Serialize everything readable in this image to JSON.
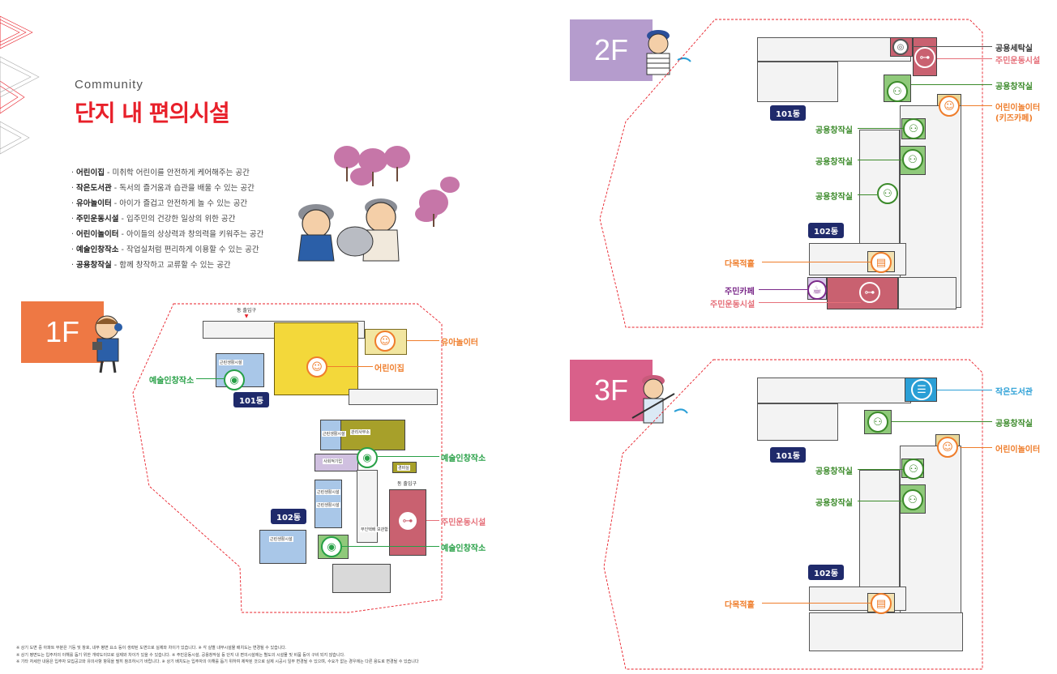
{
  "header": {
    "kicker": "Community",
    "title": "단지 내 편의시설"
  },
  "facilities": [
    {
      "name": "어린이집",
      "desc": " - 미취학 어린이를 안전하게 케어해주는 공간"
    },
    {
      "name": "작은도서관",
      "desc": " - 독서의 즐거움과 습관을 배울 수 있는 공간"
    },
    {
      "name": "유아놀이터",
      "desc": " - 아이가 즐겁고 안전하게 놀 수 있는 공간"
    },
    {
      "name": "주민운동시설",
      "desc": " - 입주민의 건강한 일상의 위한 공간"
    },
    {
      "name": "어린이놀이터",
      "desc": " - 아이들의 상상력과 창의력을 키워주는 공간"
    },
    {
      "name": "예술인창작소",
      "desc": " - 작업실처럼 편리하게 이용할 수 있는 공간"
    },
    {
      "name": "공용창작실",
      "desc": " - 함께 창작하고 교류할 수 있는 공간"
    }
  ],
  "floors": {
    "f1": {
      "badge": "1F",
      "entrance_top": "동 출입구",
      "entrance_mid": "동 출입구",
      "bldg101": "101동",
      "bldg102": "102동",
      "labels": {
        "infant_playground": "유아놀이터",
        "daycare": "어린이집",
        "art_studio_a": "예술인창작소",
        "art_studio_b": "예술인창작소",
        "art_studio_c": "예술인창작소",
        "gym": "주민운동시설"
      },
      "rooms": {
        "r1": "근린생활시설",
        "r2": "근린생활시설",
        "r3": "근린생활시설",
        "r4": "근린생활시설",
        "r5": "근린생활시설",
        "r6": "관리사무소",
        "r7": "사회적기업",
        "r8": "경비실",
        "r9": "무인택배 보관함"
      }
    },
    "f2": {
      "badge": "2F",
      "bldg101": "101동",
      "bldg102": "102동",
      "labels": {
        "laundry": "공용세탁실",
        "gym_top": "주민운동시설",
        "studio_1": "공용창작실",
        "kids_play": "어린이놀이터",
        "kids_cafe": "(키즈카페)",
        "studio_2": "공용창작실",
        "studio_3": "공용창작실",
        "studio_4": "공용창작실",
        "multi_hall": "다목적홀",
        "cafe": "주민카페",
        "gym_bottom": "주민운동시설"
      }
    },
    "f3": {
      "badge": "3F",
      "bldg101": "101동",
      "bldg102": "102동",
      "labels": {
        "library": "작은도서관",
        "studio_1": "공용창작실",
        "kids_play": "어린이놀이터",
        "studio_2": "공용창작실",
        "studio_3": "공용창작실",
        "multi_hall": "다목적홀"
      }
    }
  },
  "notes": [
    "※ 상기 도면 중 아파트 부분은 기둥 및 창호, 내부 평면 요소 등이 생략된 도면으로 실제와 차이가 있습니다.  ※ 각 실별 내부시설물 배치도는 변경될 수 있습니다.",
    "※ 상기 평면도는 입주자의 이해를 돕기 위한 개략도이므로 실제와 차이가 있을 수 있습니다.  ※ 주민운동시설, 공용창작실 등 단지 내 편의시설에는 별도의 시설물 및 비품 등이 구비 되지 않습니다.",
    "※ 기타 자세한 내용은 입주자 모집공고와 유의사항 항목을 필히 참조하시기 바랍니다.  ※ 상기 배치도는 입주자의 이해를 돕기 위하여 제작된 것으로 실제 시공시 일부 변경될 수 있으며, 수요가 없는 경우에는 다른 용도로 변경될 수 있습니다"
  ],
  "colors": {
    "title_red": "#e8202a",
    "orange": "#ef7d2b",
    "green": "#27a046",
    "pink": "#e6707a",
    "dark_green": "#3b8a2a",
    "purple": "#7b2a8a",
    "blue": "#2a9fd6",
    "navy": "#1f2a6b",
    "daycare_yellow": "#f3d83a",
    "gym_rose": "#c96170",
    "studio_green": "#8fc97a"
  },
  "icons": {
    "infant_playground": "smile-icon",
    "daycare": "smile-icon",
    "art_studio": "camera-icon",
    "gym": "dumbbell-icon",
    "laundry": "washer-icon",
    "studio": "people-icon",
    "cafe": "cup-icon",
    "library": "books-icon",
    "multi_hall": "hall-icon"
  }
}
